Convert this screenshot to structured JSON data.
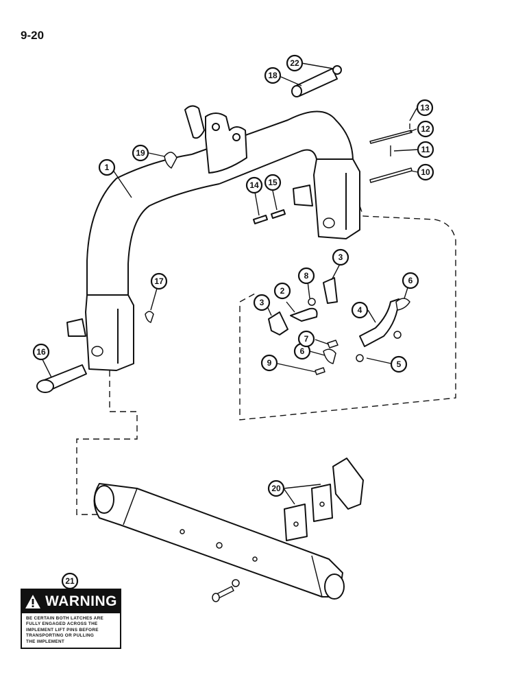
{
  "page_number": "9-20",
  "callouts": [
    "1",
    "2",
    "3",
    "3",
    "4",
    "5",
    "6",
    "6",
    "7",
    "8",
    "9",
    "10",
    "11",
    "12",
    "13",
    "14",
    "15",
    "16",
    "17",
    "18",
    "19",
    "20",
    "21",
    "22"
  ],
  "warning": {
    "title": "WARNING",
    "lines": [
      "BE CERTAIN BOTH LATCHES ARE",
      "FULLY ENGAGED ACROSS THE",
      "IMPLEMENT LIFT PINS BEFORE",
      "TRANSPORTING OR PULLING",
      "THE IMPLEMENT"
    ]
  }
}
